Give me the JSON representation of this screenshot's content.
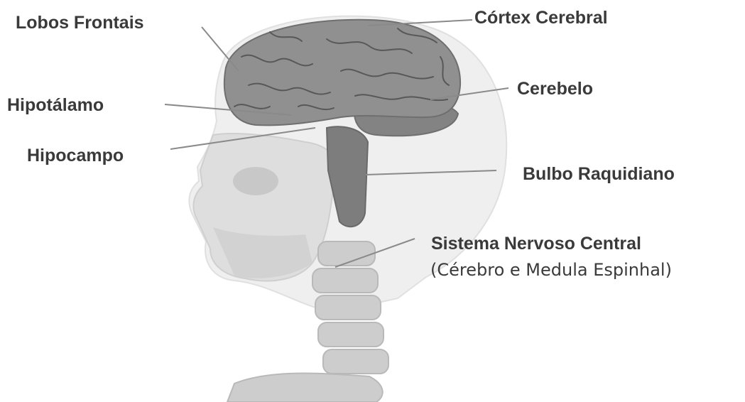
{
  "labels": {
    "lobos_frontais": "Lobos Frontais",
    "cortex_cerebral": "Córtex Cerebral",
    "cerebelo": "Cerebelo",
    "hipotalamo": "Hipotálamo",
    "hipocampo": "Hipocampo",
    "bulbo_raquidiano": "Bulbo Raquidiano",
    "sistema_nervoso_central": "Sistema Nervoso Central",
    "sistema_nervoso_central_sub": "(Cérebro e Medula Espinhal)"
  },
  "colors": {
    "text": "#3a3a3a",
    "leader_line": "#8a8a8a",
    "brain": "#8f8f8f",
    "skull": "#dcdcdc",
    "head_outline": "#e6e6e6",
    "spine": "#c9c9c9"
  }
}
